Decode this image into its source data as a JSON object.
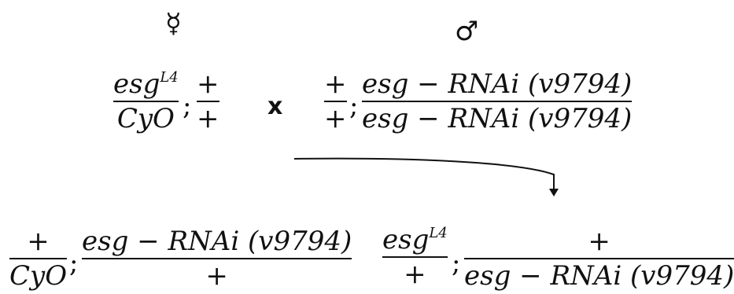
{
  "parents": {
    "female": {
      "symbol": "☿",
      "chr2": {
        "numerator_base": "esg",
        "numerator_sup": "L4",
        "denominator": "CyO"
      },
      "separator": ";",
      "chr3": {
        "numerator": "+",
        "denominator": "+"
      }
    },
    "cross_symbol": "x",
    "male": {
      "symbol": "♂",
      "chr2": {
        "numerator": "+",
        "denominator": "+"
      },
      "separator": ";",
      "chr3": {
        "numerator": "esg − RNAi (v9794)",
        "denominator": "esg − RNAi (v9794)"
      }
    }
  },
  "progeny": [
    {
      "chr2": {
        "numerator": "+",
        "denominator": "CyO"
      },
      "separator": ";",
      "chr3": {
        "numerator": "esg − RNAi (v9794)",
        "denominator": "+"
      }
    },
    {
      "chr2": {
        "numerator_base": "esg",
        "numerator_sup": "L4",
        "denominator": "+"
      },
      "separator": ";",
      "chr3": {
        "numerator": "+",
        "denominator": "esg − RNAi (v9794)"
      }
    }
  ]
}
